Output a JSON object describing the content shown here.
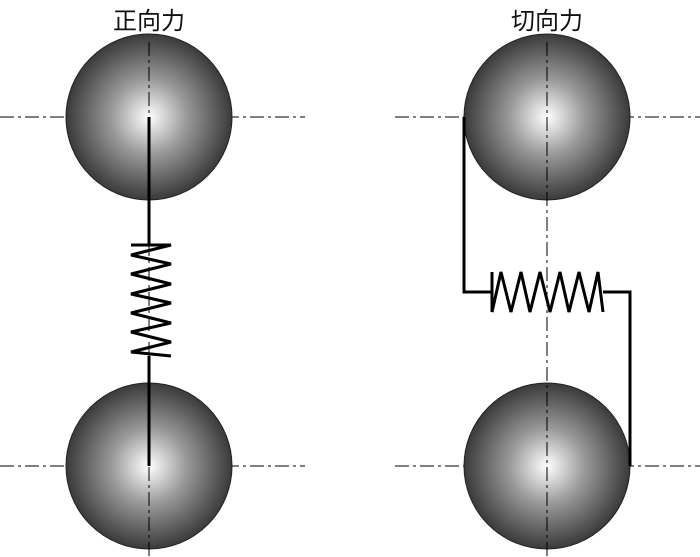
{
  "panels": [
    {
      "id": "normal",
      "title": "正向力",
      "spring_orientation": "vertical"
    },
    {
      "id": "tangential",
      "title": "切向力",
      "spring_orientation": "horizontal"
    }
  ],
  "colors": {
    "sphere_highlight": "#ffffff",
    "sphere_mid": "#9a9a9a",
    "sphere_edge": "#3a3a3a",
    "sphere_outline": "#222222",
    "centerline": "#000000",
    "spring": "#000000"
  }
}
